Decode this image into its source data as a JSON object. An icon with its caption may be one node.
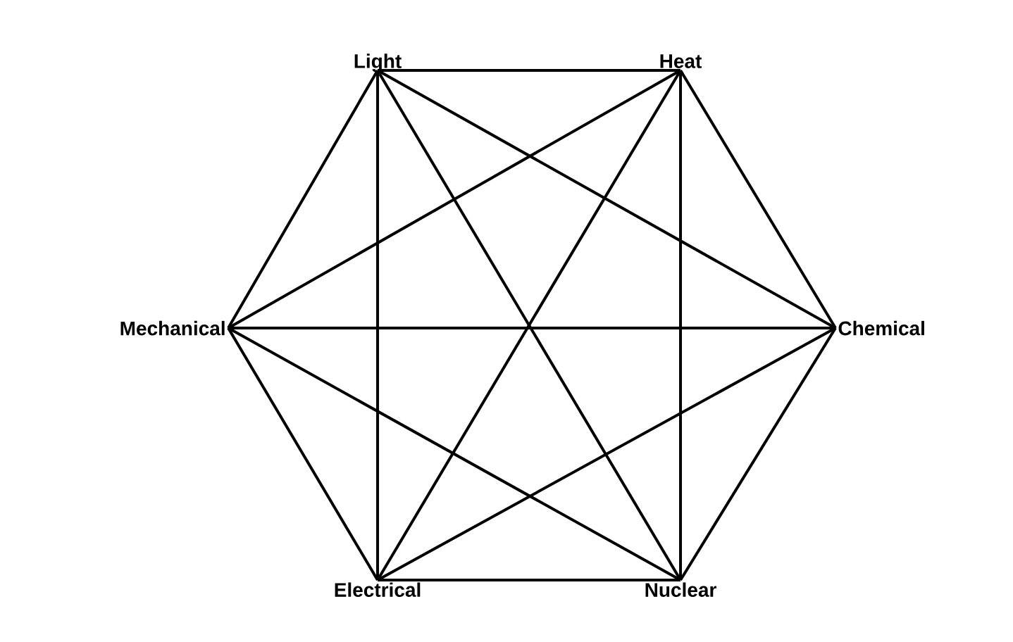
{
  "diagram": {
    "nodes": [
      {
        "text": [
          "Light"
        ]
      },
      {
        "text": [
          "Heat"
        ]
      },
      {
        "text": [
          "Mechanical"
        ]
      },
      {
        "text": [
          "Chemical"
        ]
      },
      {
        "text": [
          "Electrical"
        ]
      },
      {
        "text": [
          "Nuclear"
        ]
      }
    ],
    "edges": [
      {
        "from": 0,
        "to": 1,
        "arrow": "none"
      },
      {
        "from": 1,
        "to": 3,
        "arrow": "none"
      },
      {
        "from": 3,
        "to": 5,
        "arrow": "none"
      },
      {
        "from": 5,
        "to": 4,
        "arrow": "none"
      },
      {
        "from": 4,
        "to": 2,
        "arrow": "none"
      },
      {
        "from": 2,
        "to": 0,
        "arrow": "none"
      },
      {
        "from": 0,
        "to": 3,
        "arrow": "none"
      },
      {
        "from": 0,
        "to": 4,
        "arrow": "none"
      },
      {
        "from": 0,
        "to": 5,
        "arrow": "none"
      },
      {
        "from": 1,
        "to": 2,
        "arrow": "none"
      },
      {
        "from": 1,
        "to": 4,
        "arrow": "none"
      },
      {
        "from": 1,
        "to": 5,
        "arrow": "none"
      },
      {
        "from": 2,
        "to": 3,
        "arrow": "none"
      },
      {
        "from": 2,
        "to": 5,
        "arrow": "none"
      },
      {
        "from": 3,
        "to": 4,
        "arrow": "none"
      }
    ]
  }
}
